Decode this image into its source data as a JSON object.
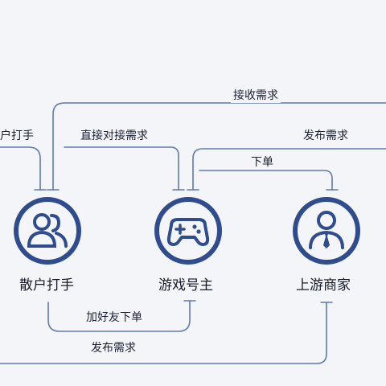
{
  "nodes": {
    "players": {
      "title": "散户打手"
    },
    "owners": {
      "title": "游戏号主"
    },
    "merchants": {
      "title": "上游商家"
    }
  },
  "edges": {
    "accept_demand": "接收需求",
    "players_partial": "户打手",
    "direct_demand": "直接对接需求",
    "publish_demand_top": "发布需求",
    "place_order": "下单",
    "add_friend_order": "加好友下单",
    "publish_demand_bottom": "发布需求"
  },
  "colors": {
    "accent": "#2f4d8e",
    "line": "#5f7aaf",
    "background": "#f4f5f8"
  },
  "icons": {
    "players": "group-of-people-icon",
    "owners": "gamepad-icon",
    "merchants": "businessman-tie-icon"
  }
}
